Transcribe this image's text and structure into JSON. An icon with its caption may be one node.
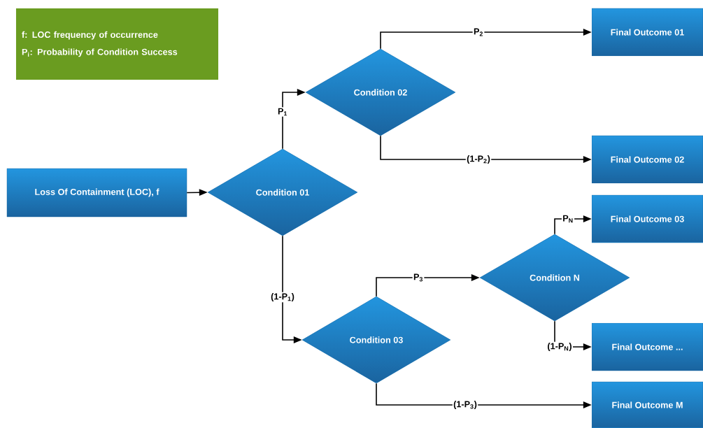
{
  "diagram": {
    "nodes": [
      {
        "text": [
          "f: LOC frequency of occurrence",
          "P$_{i}$: Probability of Condition Success"
        ]
      },
      {
        "text": [
          "Loss Of Containment (LOC), f"
        ]
      },
      {
        "text": [
          "Condition 01"
        ]
      },
      {
        "text": [
          "Condition 02"
        ]
      },
      {
        "text": [
          "Condition 03"
        ]
      },
      {
        "text": [
          "Condition N"
        ]
      },
      {
        "text": [
          "Final Outcome 01"
        ]
      },
      {
        "text": [
          "Final Outcome 02"
        ]
      },
      {
        "text": [
          "Final Outcome 03"
        ]
      },
      {
        "text": [
          "Final Outcome ..."
        ]
      },
      {
        "text": [
          "Final Outcome M"
        ]
      }
    ],
    "edges": [
      {
        "from": 1,
        "to": 2,
        "arrow": "to"
      },
      {
        "from": 2,
        "to": 3,
        "arrow": "to",
        "label": "P$_{1}$"
      },
      {
        "from": 2,
        "to": 4,
        "arrow": "to",
        "label": "(1-P$_{1}$)"
      },
      {
        "from": 3,
        "to": 6,
        "arrow": "to",
        "label": "P$_{2}$"
      },
      {
        "from": 3,
        "to": 7,
        "arrow": "to",
        "label": "(1-P$_{2}$)"
      },
      {
        "from": 4,
        "to": 5,
        "arrow": "to",
        "label": "P$_{3}$"
      },
      {
        "from": 4,
        "to": 10,
        "arrow": "to",
        "label": "(1-P$_{3}$)"
      },
      {
        "from": 5,
        "to": 8,
        "arrow": "to",
        "label": "P$_{N}$"
      },
      {
        "from": 5,
        "to": 9,
        "arrow": "to",
        "label": "(1-P$_{N}$)"
      }
    ]
  }
}
